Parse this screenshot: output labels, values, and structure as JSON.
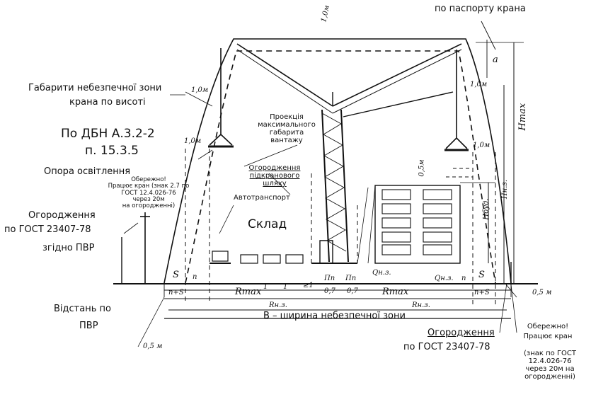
{
  "labels": {
    "crane_passport": "по паспорту крана",
    "top_height": "1,0м",
    "a": "a",
    "danger_zone_height_line1": "Габарити небезпечної зони",
    "danger_zone_height_line2": "крана по висоті",
    "left_jib_1m": "1,0м",
    "right_jib_1m": "1,0м",
    "left_hook_1m": "1,0м",
    "right_hook_1m": "1,0м",
    "dbn_line1": "По ДБН А.3.2-2",
    "dbn_line2": "п. 15.3.5",
    "load_projection": "Проекція\nмаксимального\nгабарита\nвантажу",
    "lighting_support": "Опора освітлення",
    "warning_sign": "Обережно!\nПрацює кран (знак 2.7 по\nГОСТ 12.4.026-76\nчерез 20м\nна огородженні)",
    "rail_fence": "Огородження\nпідкранового\nшляху",
    "truck": "Автотранспорт",
    "warehouse": "Склад",
    "fence_left_line1": "Огородження",
    "fence_left_line2": "по ГОСТ 23407-78",
    "fence_left_line3": "згідно ПВР",
    "h_max": "Hmax",
    "h_nz": "Hн.з.",
    "h_bud": "Hбуд.",
    "h_05": "0,5м",
    "dim_S_left": "S",
    "dim_n_left": "n",
    "dim_1a": "1",
    "dim_1b": "1",
    "dim_1c": "≥1",
    "dim_nn1": "Пп",
    "dim_nn2": "Пп",
    "dim_07a": "0,7",
    "dim_07b": "0,7",
    "dim_q1": "Qн.з.",
    "dim_q2": "Qн.з.",
    "dim_n_right": "n",
    "dim_S_right": "S",
    "dim_nS_left": "n+S",
    "dim_Rmax_left": "Rmax",
    "dim_Rmax_right": "Rmax",
    "dim_nS_right": "n+S",
    "dim_Rnz_left": "Rн.з.",
    "dim_Rnz_right": "Rн.з.",
    "dim_B": "В – ширина небезпечної зони",
    "dim_05_right": "0,5 м",
    "dim_05_left": "0,5 м",
    "distance_line1": "Відстань по",
    "distance_line2": "ПВР",
    "fence_right_line1": "Огородження",
    "fence_right_line2": "по ГОСТ 23407-78",
    "warn_right_line1": "Обережно!",
    "warn_right_line2": "Працює кран",
    "sign_ref": "(знак по ГОСТ\n12.4.026-76\nчерез 20м на\nогородженні)"
  }
}
